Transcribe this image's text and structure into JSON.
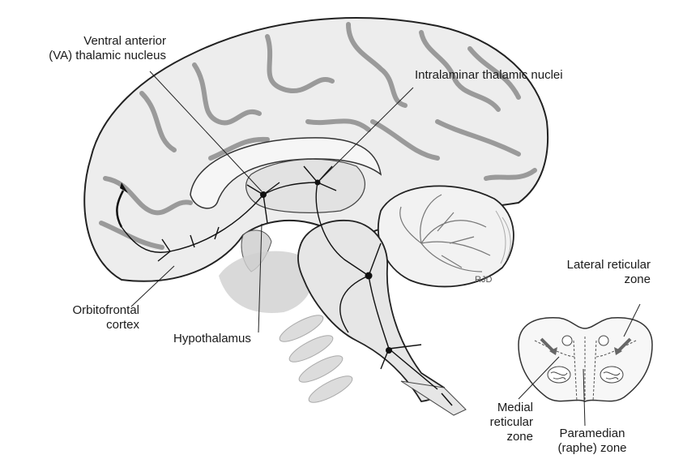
{
  "labels": {
    "va": [
      "Ventral anterior",
      "(VA) thalamic nucleus"
    ],
    "intralaminar": "Intralaminar thalamic nuclei",
    "orbitofrontal": [
      "Orbitofrontal",
      "cortex"
    ],
    "hypothalamus": "Hypothalamus",
    "lateral": [
      "Lateral reticular",
      "zone"
    ],
    "medial": [
      "Medial",
      "reticular",
      "zone"
    ],
    "paramedian": [
      "Paramedian",
      "(raphe) zone"
    ]
  },
  "signature": "RJD"
}
